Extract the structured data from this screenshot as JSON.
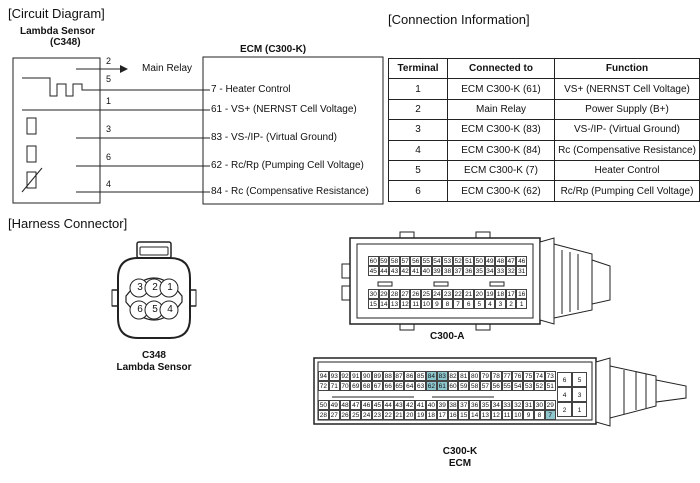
{
  "sections": {
    "circuit_diagram": "[Circuit Diagram]",
    "connection_information": "[Connection Information]",
    "harness_connector": "[Harness Connector]"
  },
  "circuit": {
    "sensor_title_1": "Lambda Sensor",
    "sensor_title_2": "(C348)",
    "ecm_title": "ECM (C300-K)",
    "main_relay": "Main Relay",
    "pins": [
      "2",
      "5",
      "1",
      "3",
      "6",
      "4"
    ],
    "ecm_labels": [
      "7 - Heater Control",
      "61 - VS+ (NERNST Cell Voltage)",
      "83 - VS-/IP- (Virtual Ground)",
      "62 - Rc/Rp (Pumping Cell Voltage)",
      "84 - Rc (Compensative Resistance)"
    ]
  },
  "table": {
    "headers": [
      "Terminal",
      "Connected to",
      "Function"
    ],
    "rows": [
      [
        "1",
        "ECM C300-K (61)",
        "VS+ (NERNST Cell Voltage)"
      ],
      [
        "2",
        "Main Relay",
        "Power Supply (B+)"
      ],
      [
        "3",
        "ECM C300-K (83)",
        "VS-/IP- (Virtual Ground)"
      ],
      [
        "4",
        "ECM C300-K (84)",
        "Rc (Compensative Resistance)"
      ],
      [
        "5",
        "ECM C300-K (7)",
        "Heater Control"
      ],
      [
        "6",
        "ECM C300-K (62)",
        "Rc/Rp (Pumping Cell Voltage)"
      ]
    ]
  },
  "harness": {
    "c348_pins_top": [
      "3",
      "2",
      "1"
    ],
    "c348_pins_bottom": [
      "6",
      "5",
      "4"
    ],
    "c348_label_1": "C348",
    "c348_label_2": "Lambda Sensor",
    "c300a_label": "C300-A",
    "c300k_label_1": "C300-K",
    "c300k_label_2": "ECM",
    "c300a_rows": [
      [
        "60",
        "59",
        "58",
        "57",
        "56",
        "55",
        "54",
        "53",
        "52",
        "51",
        "50",
        "49",
        "48",
        "47",
        "46"
      ],
      [
        "45",
        "44",
        "43",
        "42",
        "41",
        "40",
        "39",
        "38",
        "37",
        "36",
        "35",
        "34",
        "33",
        "32",
        "31"
      ],
      [
        "30",
        "29",
        "28",
        "27",
        "26",
        "25",
        "24",
        "23",
        "22",
        "21",
        "20",
        "19",
        "18",
        "17",
        "16"
      ],
      [
        "15",
        "14",
        "13",
        "12",
        "11",
        "10",
        "9",
        "8",
        "7",
        "6",
        "5",
        "4",
        "3",
        "2",
        "1"
      ]
    ],
    "c300k_rows": [
      [
        "94",
        "93",
        "92",
        "91",
        "90",
        "89",
        "88",
        "87",
        "86",
        "85",
        "84",
        "83",
        "82",
        "81",
        "80",
        "79",
        "78",
        "77",
        "76",
        "75",
        "74",
        "73"
      ],
      [
        "72",
        "71",
        "70",
        "69",
        "68",
        "67",
        "66",
        "65",
        "64",
        "63",
        "62",
        "61",
        "60",
        "59",
        "58",
        "57",
        "56",
        "55",
        "54",
        "53",
        "52",
        "51"
      ],
      [
        "50",
        "49",
        "48",
        "47",
        "46",
        "45",
        "44",
        "43",
        "42",
        "41",
        "40",
        "39",
        "38",
        "37",
        "36",
        "35",
        "34",
        "33",
        "32",
        "31",
        "30",
        "29"
      ],
      [
        "28",
        "27",
        "26",
        "25",
        "24",
        "23",
        "22",
        "21",
        "20",
        "19",
        "18",
        "17",
        "16",
        "15",
        "14",
        "13",
        "12",
        "11",
        "10",
        "9",
        "8",
        "7"
      ]
    ],
    "c300k_highlighted": [
      "84",
      "83",
      "62",
      "61",
      "7"
    ],
    "c300k_side_rows": [
      [
        "6",
        "5"
      ],
      [
        "4",
        "3"
      ],
      [
        "2",
        "1"
      ]
    ]
  },
  "colors": {
    "highlight": "#8fc7cf",
    "line": "#222222"
  }
}
